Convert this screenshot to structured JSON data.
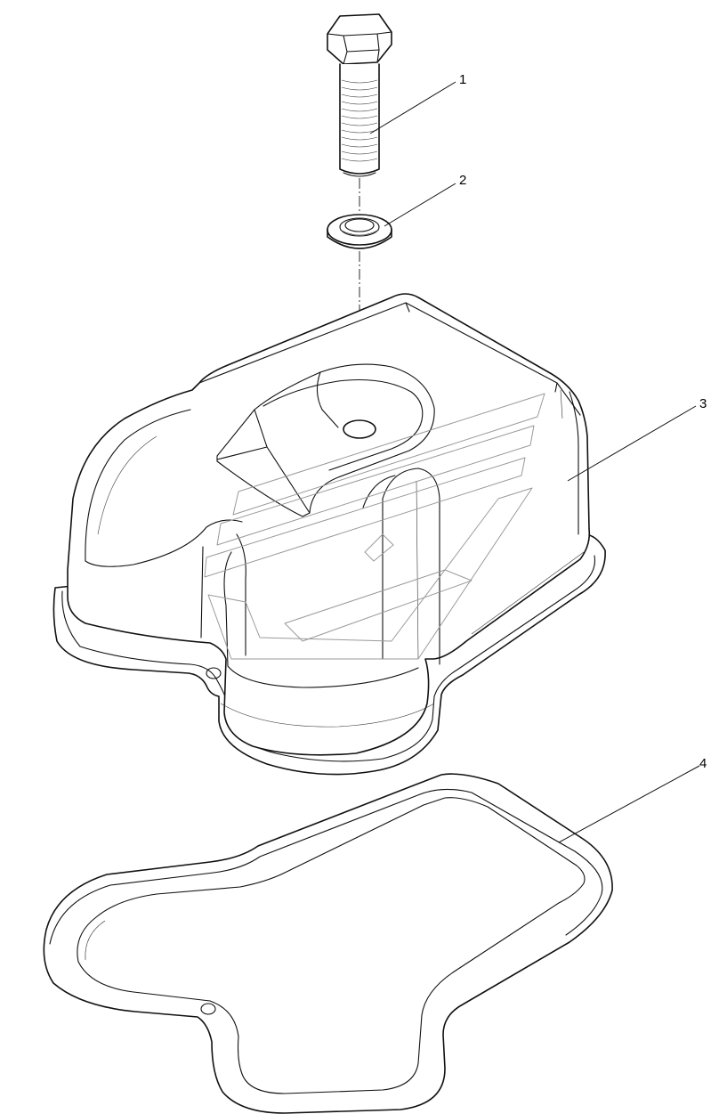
{
  "diagram": {
    "callouts": [
      {
        "id": "1",
        "label": "1"
      },
      {
        "id": "2",
        "label": "2"
      },
      {
        "id": "3",
        "label": "3"
      },
      {
        "id": "4",
        "label": "4"
      }
    ],
    "colors": {
      "line": "#111111",
      "watermark": "#9a9a9a",
      "background": "#ffffff"
    }
  }
}
